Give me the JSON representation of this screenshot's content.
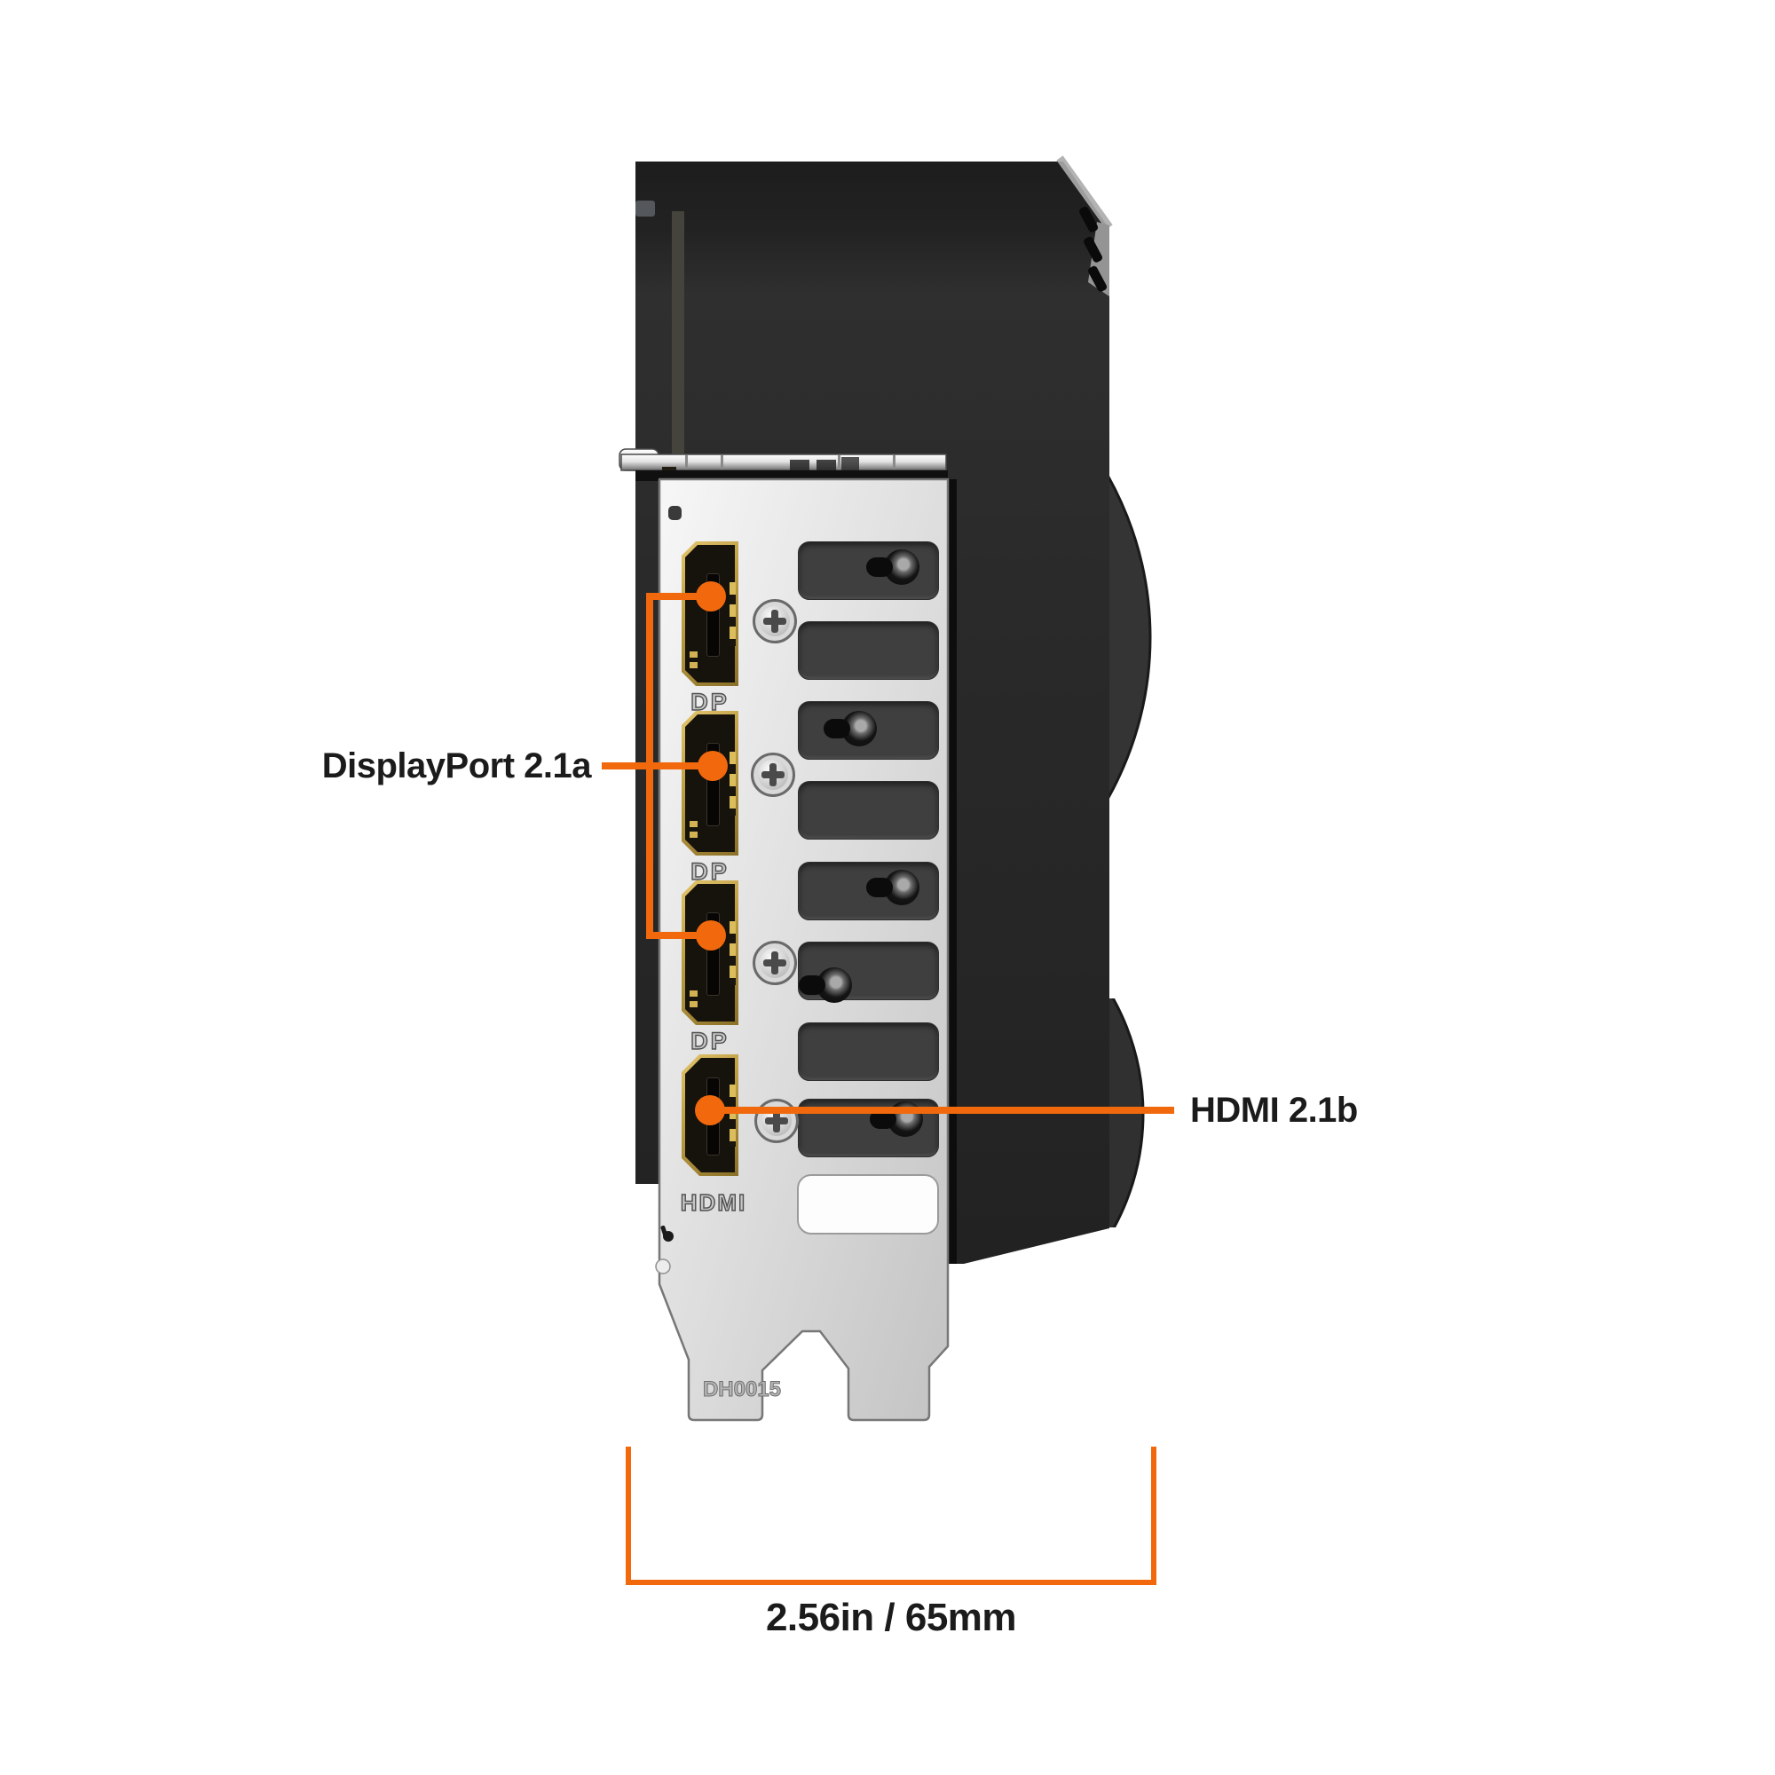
{
  "figure": {
    "type": "annotated-product-diagram",
    "subject": "graphics card rear I/O bracket, end view"
  },
  "annotations": {
    "displayport": {
      "label": "DisplayPort 2.1a",
      "port_count": 3
    },
    "hdmi": {
      "label": "HDMI 2.1b",
      "port_count": 1
    },
    "dimension": {
      "label": "2.56in / 65mm"
    }
  },
  "ports": {
    "dp_stamp": "DP",
    "hdmi_stamp": "HDMI"
  },
  "bracket": {
    "stamp": "DH0015"
  },
  "colors": {
    "accent": "#F2690D",
    "label_text": "#1B1B1B",
    "card_body": "#262626",
    "bracket_silver": "#DCDCDC",
    "port_gold": "#C7A84C"
  }
}
